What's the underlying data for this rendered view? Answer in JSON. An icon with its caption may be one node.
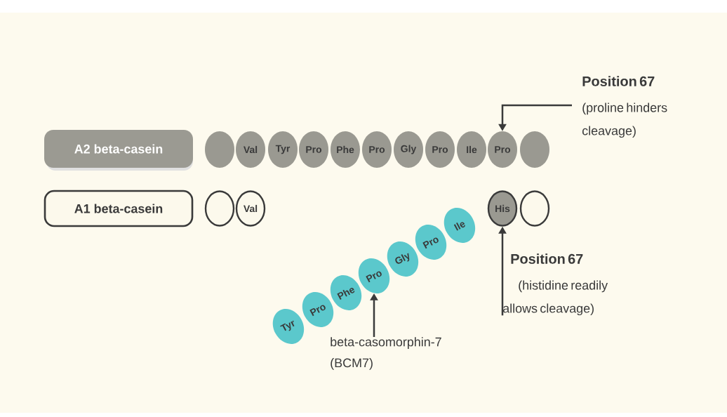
{
  "diagram": {
    "nodes": [
      {
        "text": [
          "A2 beta-casein"
        ]
      },
      {
        "text": [],
        "shape": "circle"
      },
      {
        "text": [
          "Val"
        ]
      },
      {
        "text": [
          "Tyr"
        ]
      },
      {
        "text": [
          "Pro"
        ]
      },
      {
        "text": [
          "Phe"
        ]
      },
      {
        "text": [
          "Pro"
        ]
      },
      {
        "text": [
          "Gly"
        ]
      },
      {
        "text": [
          "Pro"
        ]
      },
      {
        "text": [
          "Ile"
        ]
      },
      {
        "text": [
          "Pro"
        ]
      },
      {
        "text": [],
        "shape": "circle"
      },
      {
        "text": [
          "A1 beta-casein"
        ]
      },
      {
        "text": [],
        "shape": "circle"
      },
      {
        "text": [
          "Val"
        ]
      },
      {
        "text": [
          "His"
        ]
      },
      {
        "text": [],
        "shape": "circle"
      },
      {
        "text": [
          "Tyr"
        ]
      },
      {
        "text": [
          "Pro"
        ]
      },
      {
        "text": [
          "Phe"
        ]
      },
      {
        "text": [
          "Pro"
        ]
      },
      {
        "text": [
          "Gly"
        ]
      },
      {
        "text": [
          "Pro"
        ]
      },
      {
        "text": [
          "Ile"
        ]
      },
      {
        "text": [
          "Position 67",
          "(proline hinders cleavage)"
        ]
      },
      {
        "text": [
          "Position 67",
          "(histidine readily allows cleavage)"
        ]
      },
      {
        "text": [
          "beta-casomorphin-7 (BCM7)"
        ]
      }
    ],
    "edges": [
      {
        "from": 24,
        "to": 10,
        "arrow": "to"
      },
      {
        "from": 25,
        "to": 15,
        "arrow": "to"
      },
      {
        "from": 26,
        "to": 20,
        "arrow": "to"
      }
    ]
  }
}
